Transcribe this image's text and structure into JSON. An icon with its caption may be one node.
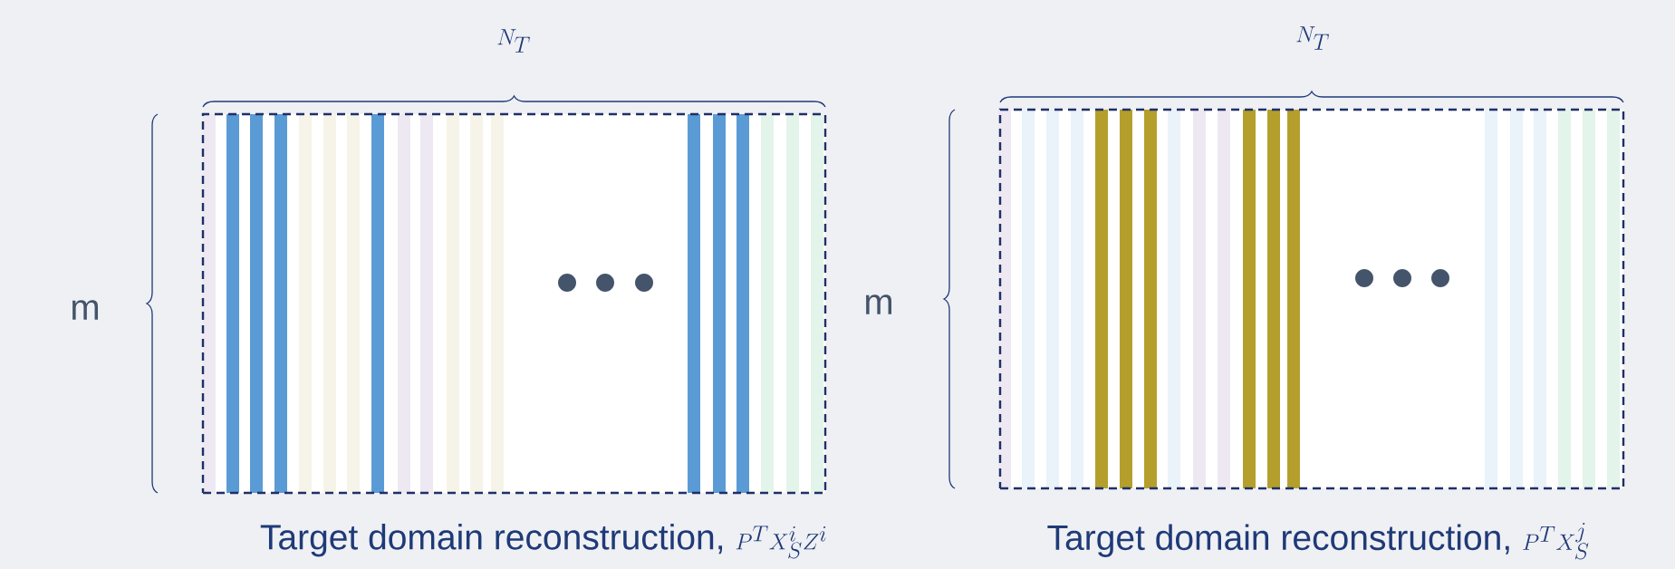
{
  "diagram": {
    "nodes": [
      {
        "text": [
          "Target domain reconstruction,",
          "P^T X_S^i Z^i"
        ]
      },
      {
        "text": [
          "Target domain reconstruction,",
          "P^T X_S^j"
        ]
      }
    ],
    "labels": [
      "N_T",
      "m",
      "N_T",
      "m"
    ]
  }
}
